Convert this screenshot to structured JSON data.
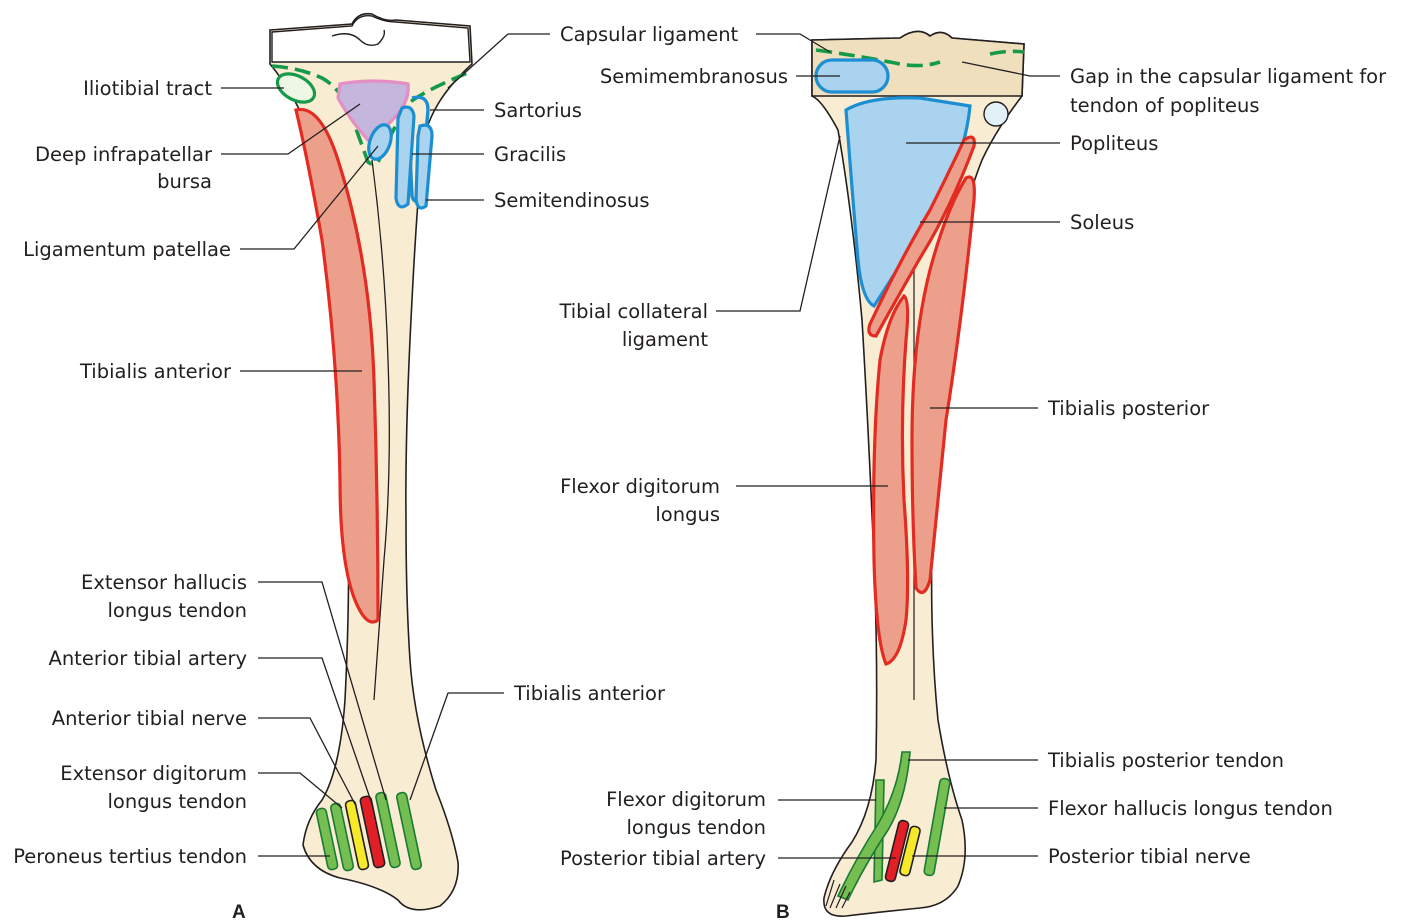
{
  "panels": {
    "a": "A",
    "b": "B"
  },
  "labels_a": {
    "iliotibial_tract": "Iliotibial tract",
    "deep_infrapatellar_bursa_1": "Deep infrapatellar",
    "deep_infrapatellar_bursa_2": "bursa",
    "ligamentum_patellae": "Ligamentum patellae",
    "tibialis_anterior": "Tibialis anterior",
    "capsular_ligament": "Capsular ligament",
    "sartorius": "Sartorius",
    "gracilis": "Gracilis",
    "semitendinosus": "Semitendinosus",
    "extensor_hallucis_1": "Extensor hallucis",
    "extensor_hallucis_2": "longus tendon",
    "anterior_tibial_artery": "Anterior tibial artery",
    "anterior_tibial_nerve": "Anterior tibial nerve",
    "extensor_digitorum_1": "Extensor digitorum",
    "extensor_digitorum_2": "longus tendon",
    "peroneus_tertius": "Peroneus tertius tendon",
    "tibialis_anterior_tendon": "Tibialis anterior"
  },
  "labels_b": {
    "semimembranosus": "Semimembranosus",
    "gap_1": "Gap in the capsular ligament for",
    "gap_2": "tendon of popliteus",
    "popliteus": "Popliteus",
    "soleus": "Soleus",
    "tibial_collateral_1": "Tibial collateral",
    "tibial_collateral_2": "ligament",
    "tibialis_posterior": "Tibialis posterior",
    "fdl_1": "Flexor digitorum",
    "fdl_2": "longus",
    "tibialis_posterior_tendon": "Tibialis posterior tendon",
    "fdl_tendon_1": "Flexor digitorum",
    "fdl_tendon_2": "longus tendon",
    "fhl_tendon": "Flexor hallucis longus tendon",
    "posterior_tibial_artery": "Posterior tibial artery",
    "posterior_tibial_nerve": "Posterior tibial nerve"
  },
  "colors": {
    "bone": "#f8ecd3",
    "muscle_red": "#e32b22",
    "muscle_blue": "#1c8fd2",
    "ligament_green": "#149a49",
    "tendon_green": "#74be52",
    "artery_red": "#e21f26",
    "nerve_yellow": "#f6e92a",
    "bursa_purple": "#c4b6dc"
  }
}
